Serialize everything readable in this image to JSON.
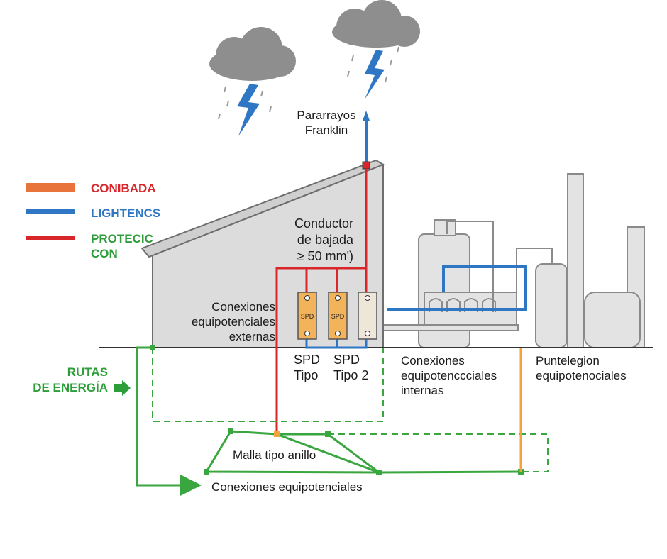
{
  "legend": [
    {
      "label": "CONIBADA",
      "swatch_color": "#e8743b",
      "text_color": "#d8262b"
    },
    {
      "label": "LIGHTENCS",
      "swatch_color": "#2f76c4",
      "text_color": "#2f76c4"
    },
    {
      "label_lines": [
        "PROTECIC",
        "CON"
      ],
      "swatch_color": "#d8262b",
      "text_color": "#2e9e3a"
    }
  ],
  "labels": {
    "pararrayos": [
      "Pararrayos",
      "Franklin"
    ],
    "conductor": [
      "Conductor",
      "de bajada",
      "≥ 50 mm')"
    ],
    "conexiones_externas": [
      "Conexiones",
      "equipotenciales",
      "externas"
    ],
    "spd_tipo1": [
      "SPD",
      "Tipo"
    ],
    "spd_tipo2": [
      "SPD",
      "Tipo 2"
    ],
    "conexiones_internas": [
      "Conexiones",
      "equipotenccciales",
      "internas"
    ],
    "puntelegion": [
      "Puntelegion",
      "equipotenociales"
    ],
    "rutas": [
      "RUTAS",
      "DE ENERGÍA"
    ],
    "malla": "Malla tipo anillo",
    "conexiones_bottom": "Conexiones equipotenciales"
  },
  "spd_box_text": "SPD",
  "colors": {
    "red": "#d8262b",
    "blue": "#2f76c4",
    "green": "#3aa63f",
    "orange": "#f0a43a",
    "building": "#dcdcdc",
    "cloud": "#8e8e8e"
  }
}
